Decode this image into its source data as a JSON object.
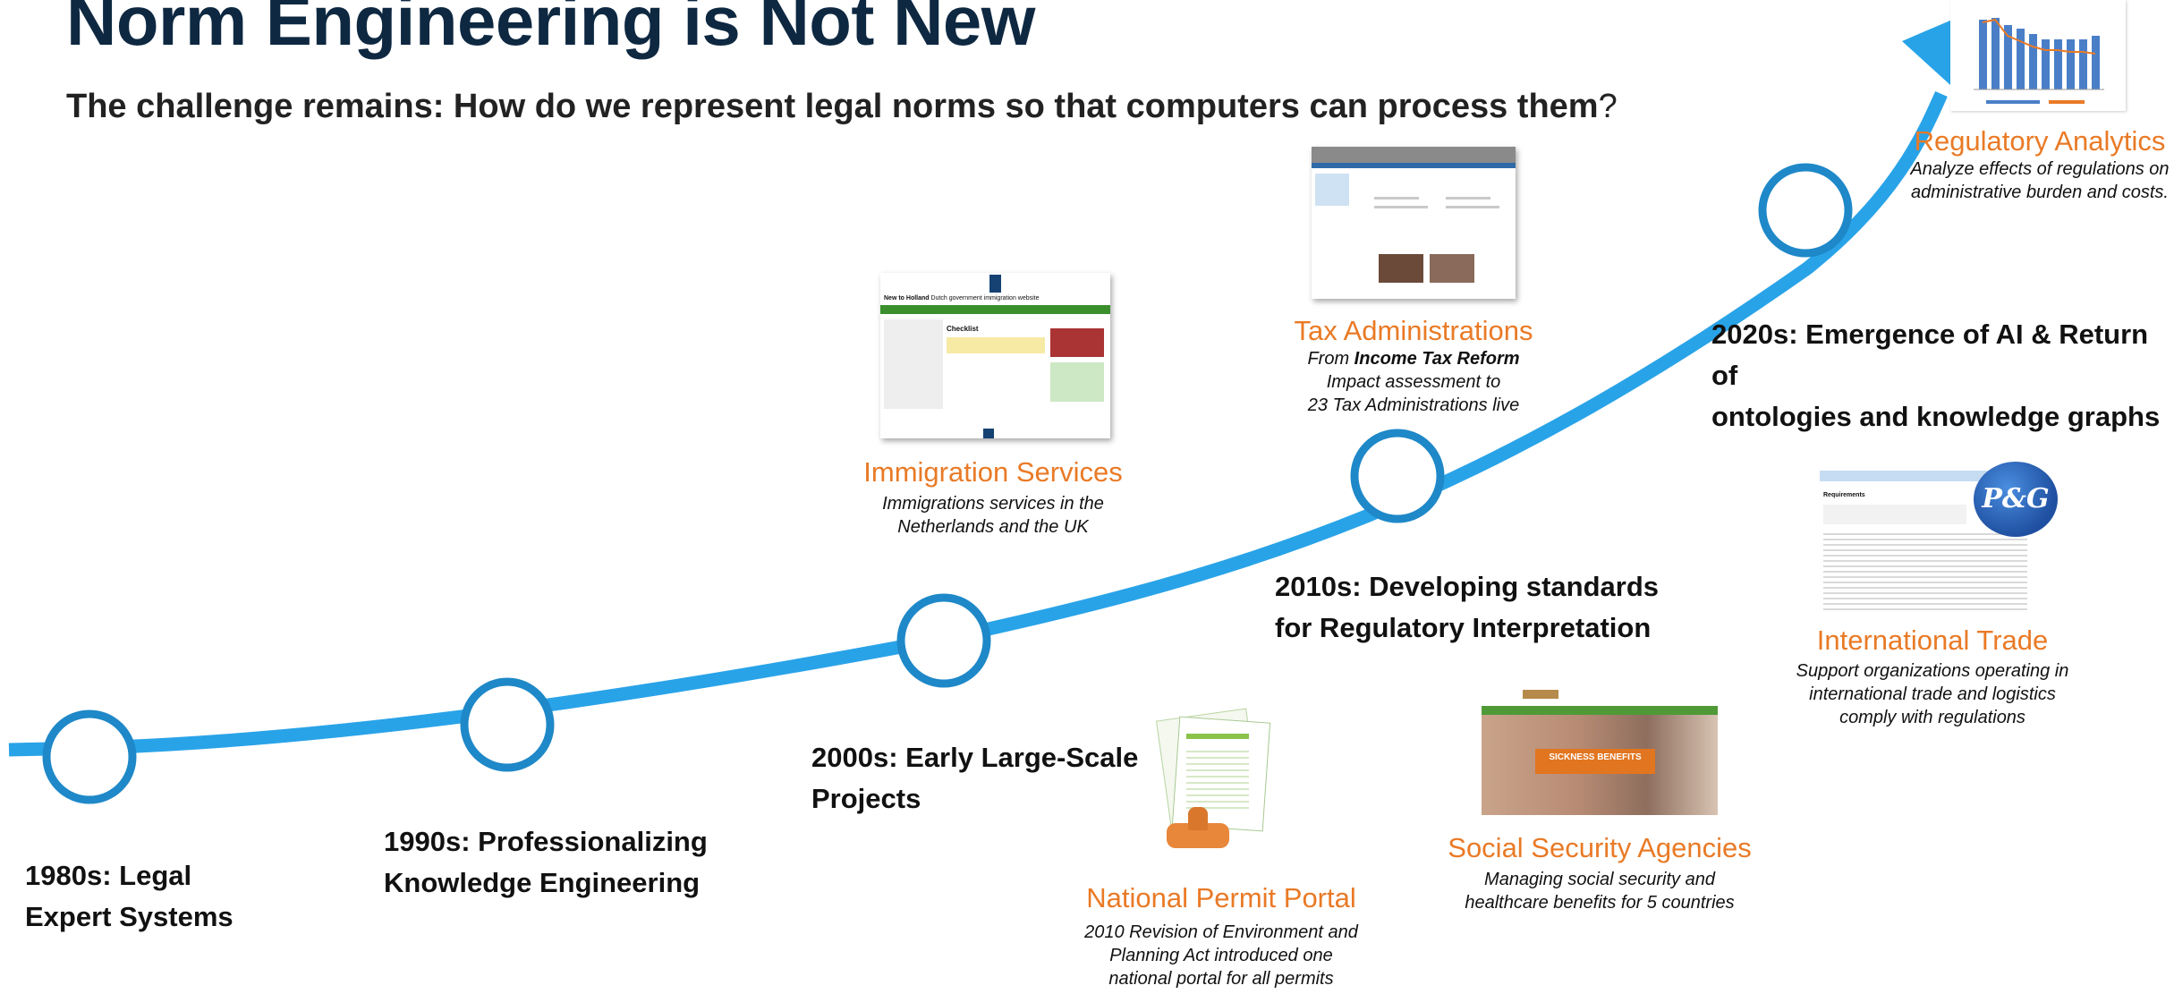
{
  "slide": {
    "title": "Norm Engineering is Not New",
    "subtitle_main": "The challenge remains: How do we represent legal norms so that computers can process them",
    "subtitle_end": "?"
  },
  "eras": [
    {
      "line1": "1980s: Legal",
      "line2": "Expert Systems"
    },
    {
      "line1": "1990s: Professionalizing",
      "line2": "Knowledge Engineering"
    },
    {
      "line1": "2000s: Early Large-Scale",
      "line2": "Projects"
    },
    {
      "line1": "2010s: Developing standards",
      "line2": "for Regulatory Interpretation"
    },
    {
      "line1": "2020s: Emergence of AI & Return of",
      "line2": "ontologies and knowledge graphs"
    }
  ],
  "applications": {
    "immigration": {
      "title": "Immigration Services",
      "desc_line1": "Immigrations services in the",
      "desc_line2": "Netherlands and the UK",
      "screenshot": {
        "header": "New to Holland",
        "subheader": "Dutch government immigration website",
        "heading": "Checklist"
      }
    },
    "tax": {
      "title": "Tax Administrations",
      "desc_prefix": "From ",
      "desc_bold": "Income Tax Reform",
      "desc_line2": "Impact assessment to",
      "desc_line3": "23 Tax Administrations live"
    },
    "regulatory": {
      "title": "Regulatory Analytics",
      "desc_line1": "Analyze effects of regulations on",
      "desc_line2": "administrative burden and costs."
    },
    "trade": {
      "title": "International Trade",
      "desc_line1": "Support organizations operating in",
      "desc_line2": "international trade and logistics",
      "desc_line3": "comply with regulations",
      "logo_text": "P&G",
      "screenshot": {
        "heading": "Requirements"
      }
    },
    "permit": {
      "title": "National Permit Portal",
      "desc_line1": "2010 Revision of Environment and",
      "desc_line2": "Planning Act introduced one",
      "desc_line3": "national portal for all permits"
    },
    "social": {
      "title": "Social Security Agencies",
      "desc_line1": "Managing social security and",
      "desc_line2": "healthcare benefits for 5 countries",
      "screenshot": {
        "banner": "SICKNESS BENEFITS"
      }
    }
  },
  "colors": {
    "title": "#0e2841",
    "timeline": "#29a3e8",
    "accent_orange": "#e97a26",
    "pg_blue": "#1f4fa0"
  }
}
